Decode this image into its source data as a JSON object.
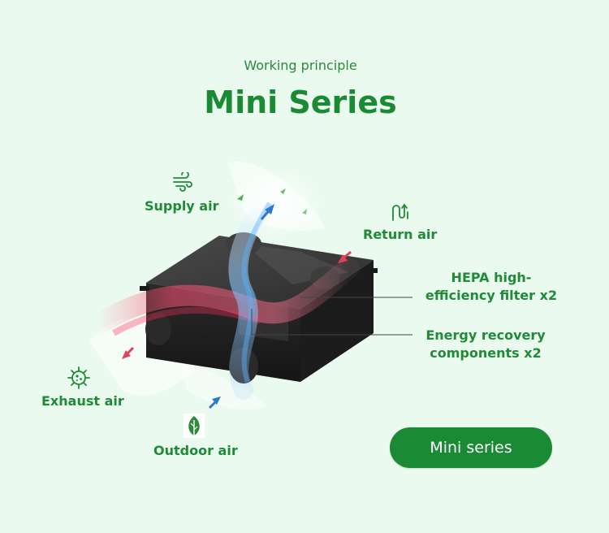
{
  "header": {
    "subtitle": "Working principle",
    "title": "Mini Series"
  },
  "labels": {
    "supply_air": "Supply air",
    "return_air": "Return air",
    "exhaust_air": "Exhaust air",
    "outdoor_air": "Outdoor air",
    "hepa_filter_line1": "HEPA high-",
    "hepa_filter_line2": "efficiency filter x2",
    "energy_recovery_line1": "Energy recovery",
    "energy_recovery_line2": "components x2"
  },
  "icons": {
    "supply_air": "wind-icon",
    "return_air": "airflow-icon",
    "exhaust_air": "virus-icon",
    "outdoor_air": "leaf-icon"
  },
  "button": {
    "label": "Mini series"
  },
  "colors": {
    "brand_green": "#1b8a34",
    "background": "#eafaee",
    "warm_air": "#e0405a",
    "fresh_air": "#2f79c8"
  }
}
